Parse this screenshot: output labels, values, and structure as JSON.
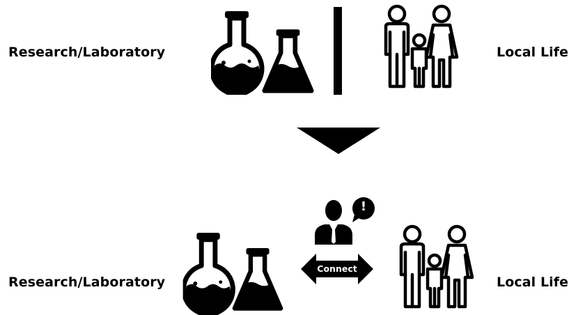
{
  "top": {
    "left_label": "Research/Laboratory",
    "right_label": "Local Life"
  },
  "bottom": {
    "left_label": "Research/Laboratory",
    "right_label": "Local Life",
    "connect_label": "Connect",
    "speech_mark": "!"
  },
  "icons": {
    "lab": "flask-icon",
    "family": "family-icon",
    "separator": "divider-bar",
    "transition": "down-arrow-icon",
    "mediator": "person-with-speech-bubble-icon",
    "link": "double-arrow-icon"
  },
  "colors": {
    "ink": "#000000",
    "background": "#ffffff"
  }
}
